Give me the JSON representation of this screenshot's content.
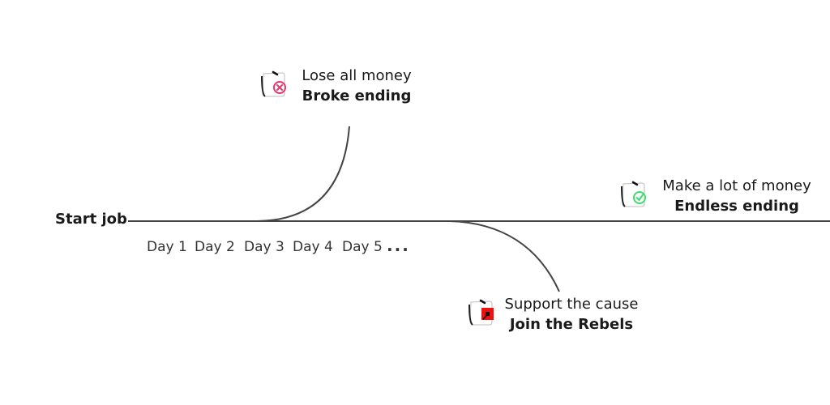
{
  "start": {
    "label": "Start job"
  },
  "days": [
    "Day 1",
    "Day 2",
    "Day 3",
    "Day 4",
    "Day 5"
  ],
  "days_more": "...",
  "endings": {
    "broke": {
      "title": "Lose all money",
      "name": "Broke ending",
      "icon": "note-icon-cross",
      "icon_color": "#e8356b"
    },
    "endless": {
      "title": "Make a lot of money",
      "name": "Endless ending",
      "icon": "note-icon-check",
      "icon_color": "#3ddc6b"
    },
    "rebels": {
      "title": "Support the cause",
      "name": "Join the Rebels",
      "icon": "note-icon-rebel-flag",
      "icon_color": "#ee1111"
    }
  },
  "colors": {
    "line": "#444444"
  }
}
